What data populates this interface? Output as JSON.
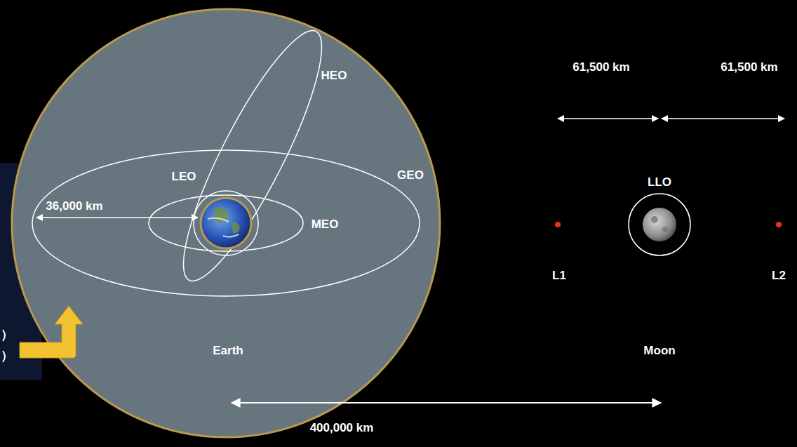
{
  "diagram": {
    "labels": [
      "HEO",
      "LEO",
      "GEO",
      "36,000 km",
      "MEO",
      "Earth",
      "400,000 km",
      "61,500 km",
      "61,500 km",
      "LLO",
      "L1",
      "L2",
      "Moon"
    ]
  }
}
